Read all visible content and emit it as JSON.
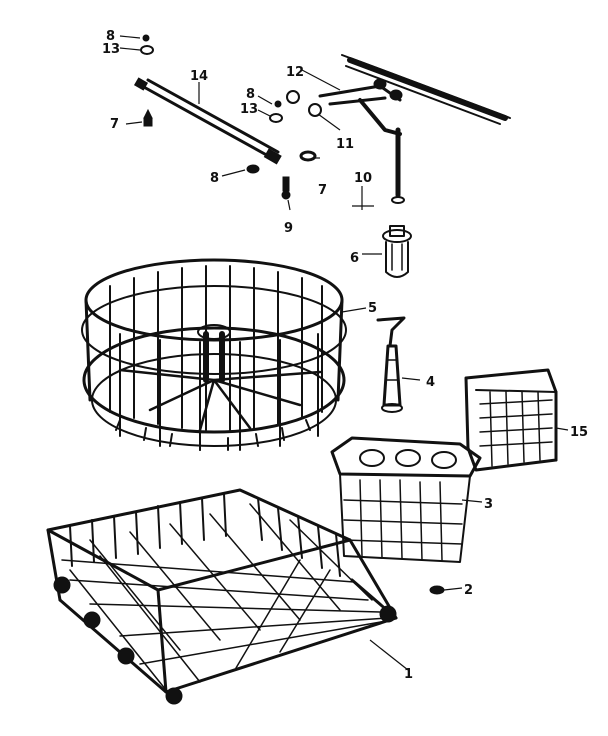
{
  "labels": {
    "p1": "1",
    "p2": "2",
    "p3": "3",
    "p4": "4",
    "p5": "5",
    "p6": "6",
    "p7a": "7",
    "p7b": "7",
    "p8a": "8",
    "p8b": "8",
    "p8c": "8",
    "p9": "9",
    "p10": "10",
    "p11": "11",
    "p12": "12",
    "p13a": "13",
    "p13b": "13",
    "p14": "14",
    "p15": "15"
  }
}
